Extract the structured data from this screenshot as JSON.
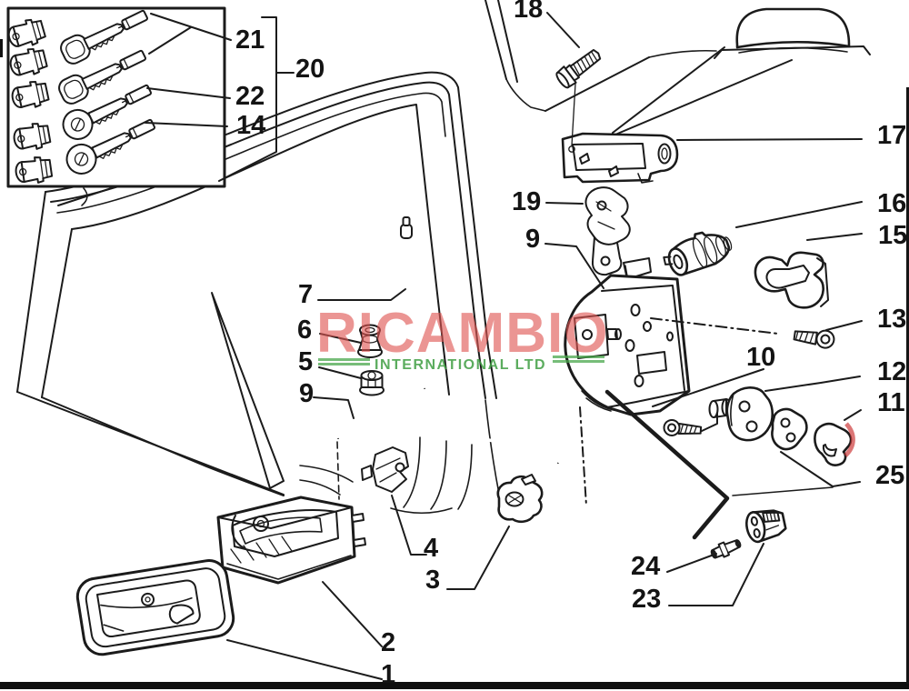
{
  "diagram": {
    "kind": "exploded-parts-diagram",
    "subject": "vehicle door lock, latch and handle assembly",
    "line_color": "#1b1b1b",
    "background": "#ffffff"
  },
  "watermark": {
    "brand": "RICAMBIO",
    "subtitle": "INTERNATIONAL LTD",
    "brand_color": "#e05552",
    "subtitle_color": "#3f9e42"
  },
  "callouts": [
    {
      "n": "21"
    },
    {
      "n": "20"
    },
    {
      "n": "22"
    },
    {
      "n": "14"
    },
    {
      "n": "18"
    },
    {
      "n": "17"
    },
    {
      "n": "19"
    },
    {
      "n": "9"
    },
    {
      "n": "16"
    },
    {
      "n": "15"
    },
    {
      "n": "13"
    },
    {
      "n": "10"
    },
    {
      "n": "12"
    },
    {
      "n": "11"
    },
    {
      "n": "25"
    },
    {
      "n": "7"
    },
    {
      "n": "6"
    },
    {
      "n": "5"
    },
    {
      "n": "9"
    },
    {
      "n": "4"
    },
    {
      "n": "3"
    },
    {
      "n": "24"
    },
    {
      "n": "23"
    },
    {
      "n": "2"
    },
    {
      "n": "1"
    }
  ]
}
